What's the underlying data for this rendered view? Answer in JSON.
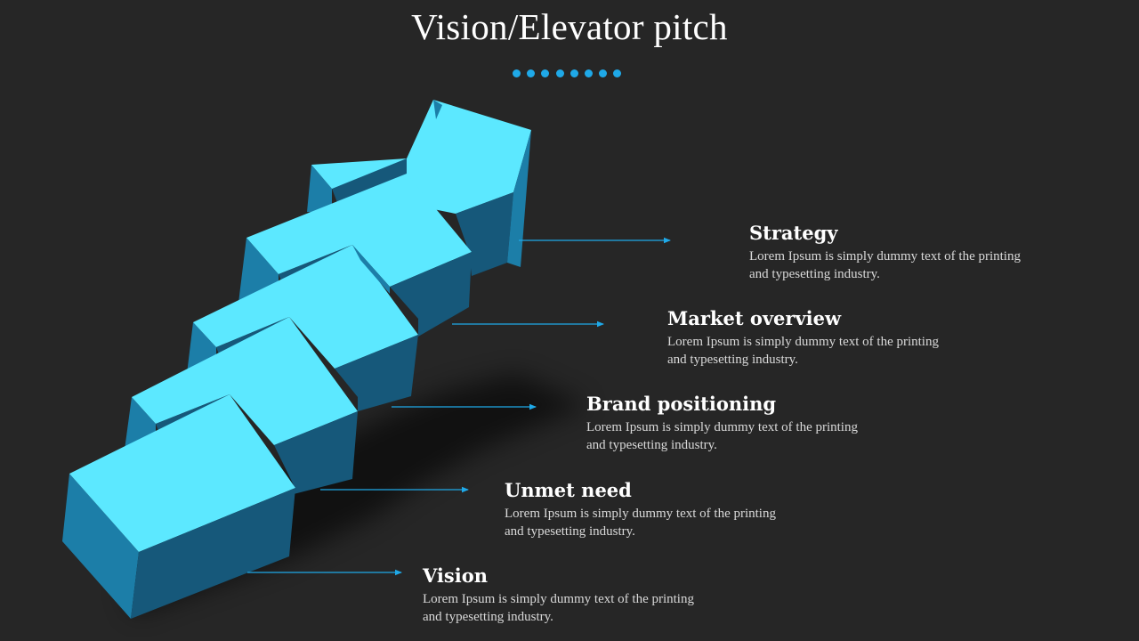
{
  "slide": {
    "title": "Vision/Elevator pitch",
    "dot_count": 8
  },
  "colors": {
    "background": "#262626",
    "accent": "#1fa9e8",
    "face_top": "#5ce8ff",
    "face_side": "#1c7ea8",
    "face_front": "#16587a",
    "text": "#ffffff",
    "desc_text": "#d9d9d9"
  },
  "steps": [
    {
      "title": "Strategy",
      "desc": "Lorem Ipsum is simply dummy text of the printing and typesetting industry."
    },
    {
      "title": "Market overview",
      "desc": "Lorem Ipsum is simply dummy text of the printing and typesetting industry."
    },
    {
      "title": "Brand positioning",
      "desc": "Lorem Ipsum is simply dummy text of the printing and typesetting industry."
    },
    {
      "title": "Unmet need",
      "desc": "Lorem Ipsum is simply dummy text of the printing and typesetting industry."
    },
    {
      "title": "Vision",
      "desc": "Lorem Ipsum is simply dummy text of the printing and typesetting industry."
    }
  ]
}
